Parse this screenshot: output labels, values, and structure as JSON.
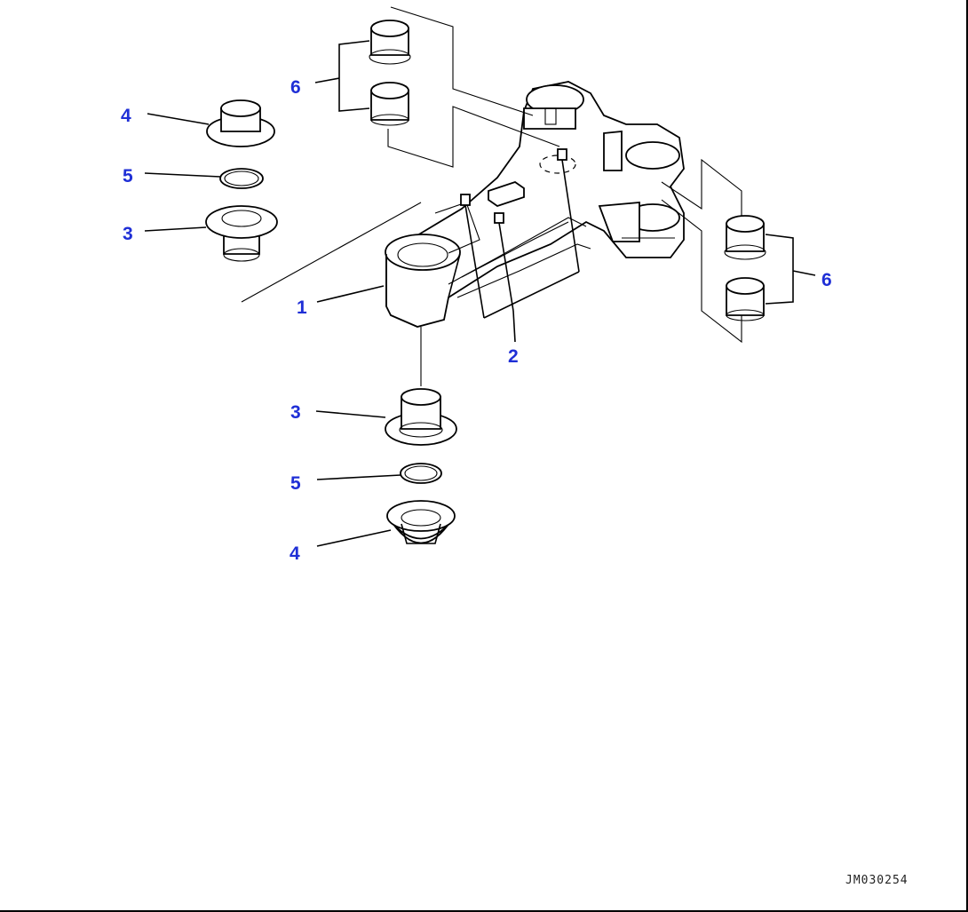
{
  "callouts": {
    "c1": "1",
    "c2": "2",
    "c3_upper": "3",
    "c3_lower": "3",
    "c4_upper": "4",
    "c4_lower": "4",
    "c5_upper": "5",
    "c5_lower": "5",
    "c6_upper": "6",
    "c6_right": "6"
  },
  "drawing_id": "JM030254",
  "colors": {
    "callout": "#1f2fd6",
    "line": "#000000",
    "background": "#ffffff"
  }
}
